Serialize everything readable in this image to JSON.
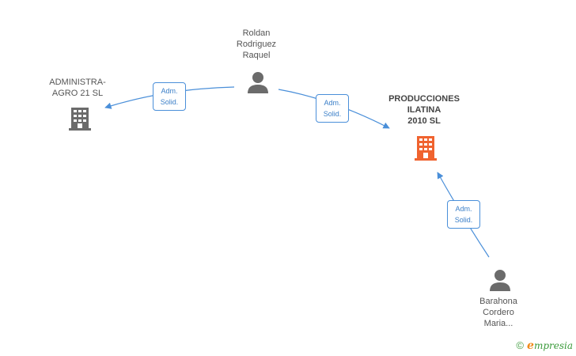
{
  "nodes": {
    "admin_agro": {
      "line1": "ADMINISTRA-",
      "line2": "AGRO 21 SL",
      "type": "company"
    },
    "roldan": {
      "line1": "Roldan",
      "line2": "Rodriguez",
      "line3": "Raquel",
      "type": "person"
    },
    "producciones": {
      "line1": "PRODUCCIONES",
      "line2": "ILATINA",
      "line3": "2010 SL",
      "type": "company",
      "highlight": true
    },
    "barahona": {
      "line1": "Barahona",
      "line2": "Cordero",
      "line3": "Maria...",
      "type": "person"
    }
  },
  "edges": [
    {
      "from": "roldan",
      "to": "admin_agro",
      "line1": "Adm.",
      "line2": "Solid."
    },
    {
      "from": "roldan",
      "to": "producciones",
      "line1": "Adm.",
      "line2": "Solid."
    },
    {
      "from": "barahona",
      "to": "producciones",
      "line1": "Adm.",
      "line2": "Solid."
    }
  ],
  "colors": {
    "edge": "#4a8fd9",
    "company": "#6b6b6b",
    "company_highlight": "#f0632f",
    "person": "#6b6b6b"
  },
  "footer": {
    "copyright": "©",
    "brand_initial": "e",
    "brand_rest": "mpresia"
  }
}
